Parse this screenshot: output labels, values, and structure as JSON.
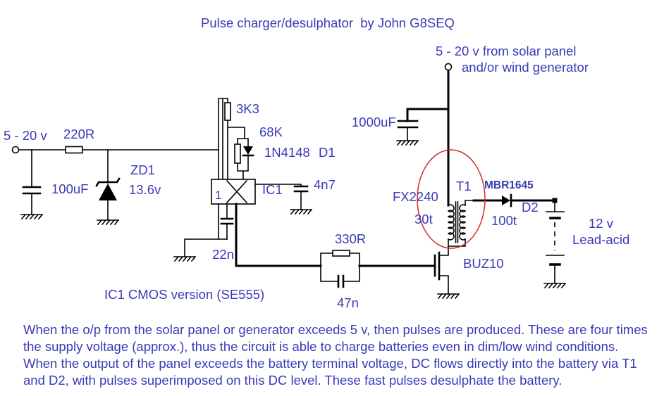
{
  "title": "Pulse charger/desulphator  by John G8SEQ",
  "labels": {
    "solar_input_line1": "5 - 20 v from solar panel",
    "solar_input_line2": "and/or wind generator",
    "input_voltage": "5 - 20 v",
    "r220": "220R",
    "r3k3": "3K3",
    "r68k": "68K",
    "d1_part": "1N4148",
    "d1_ref": "D1",
    "zd1_ref": "ZD1",
    "zd1_voltage": "13.6v",
    "c100u": "100uF",
    "ic1_ref": "IC1",
    "ic1_pin1": "1",
    "c4n7": "4n7",
    "c1000u": "1000uF",
    "t1_core": "FX2240",
    "t1_ref": "T1",
    "d2_part": "MBR1645",
    "d2_ref": "D2",
    "t1_primary": "30t",
    "t1_secondary": "100t",
    "battery_voltage": "12 v",
    "battery_type": "Lead-acid",
    "r330": "330R",
    "c22n": "22n",
    "q1_part": "BUZ10",
    "c47n": "47n",
    "ic1_note": "IC1 CMOS version (SE555)"
  },
  "description": [
    "When the o/p from the solar panel or generator exceeds 5 v, then pulses are produced. These are four times",
    "the supply voltage (approx.), thus the circuit is able to charge batteries even in dim/low wind conditions.",
    "When the output of the panel exceeds the battery terminal voltage, DC flows directly into the battery via T1",
    "and D2, with pulses superimposed on this DC level. These fast pulses desulphate the battery."
  ],
  "colors": {
    "text": "#3a3ab8",
    "wire": "#000000",
    "highlight": "#d42a2a",
    "background": "#ffffff"
  }
}
